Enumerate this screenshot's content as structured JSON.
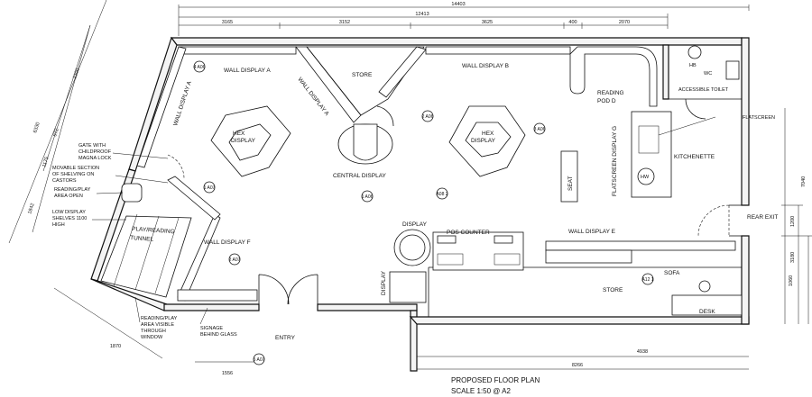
{
  "title": "PROPOSED FLOOR PLAN",
  "scale": "SCALE 1:50 @ A2",
  "dimensions": {
    "top_overall": "14403",
    "top_inner": "12413",
    "top_segments": [
      "3165",
      "3152",
      "3625",
      "400",
      "2070"
    ],
    "left_outer": "6330",
    "left_a": "3300",
    "left_b": "972",
    "left_c": "1175",
    "left_d": "1842",
    "right_a": "7040",
    "right_b": "1200",
    "right_c": "3180",
    "right_d": "1060",
    "bottom_a": "1870",
    "bottom_b": "1556",
    "bottom_c": "4938",
    "bottom_d": "8266"
  },
  "rooms": {
    "wall_display_a": "WALL DISPLAY A",
    "wall_display_a_left": "WALL DISPLAY A",
    "wall_display_a_diag": "WALL DISPLAY A",
    "wall_display_b": "WALL DISPLAY B",
    "wall_display_e": "WALL DISPLAY E",
    "wall_display_f": "WALL DISPLAY F",
    "store_top": "STORE",
    "store_bottom": "STORE",
    "hex_display_left_1": "HEX",
    "hex_display_left_2": "DISPLAY",
    "hex_display_right_1": "HEX",
    "hex_display_right_2": "DISPLAY",
    "central_display": "CENTRAL DISPLAY",
    "reading_pod_1": "READING",
    "reading_pod_2": "POD D",
    "flatscreen_display": "FLATSCREEN DISPLAY G",
    "seat": "SEAT",
    "kitchenette": "KITCHENETTE",
    "accessible_toilet": "ACCESSIBLE TOILET",
    "hb": "HB",
    "wc": "WC",
    "hw": "HW",
    "rear_exit": "REAR EXIT",
    "display_top": "DISPLAY",
    "display_side": "DISPLAY",
    "pos_counter": "POS COUNTER",
    "sofa": "SOFA",
    "desk": "DESK",
    "entry": "ENTRY",
    "play_tunnel_1": "PLAY/READING",
    "play_tunnel_2": "TUNNEL"
  },
  "callouts": {
    "flatscreen": "FLATSCREEN",
    "gate_1": "GATE WITH",
    "gate_2": "CHILDPROOF",
    "gate_3": "MAGNA LOCK",
    "movable_1": "MOVABLE SECTION",
    "movable_2": "OF SHELVING ON",
    "movable_3": "CASTORS",
    "reading_open_1": "READING/PLAY",
    "reading_open_2": "AREA OPEN",
    "low_1": "LOW DISPLAY",
    "low_2": "SHELVES 1100",
    "low_3": "HIGH",
    "visible_1": "READING/PLAY",
    "visible_2": "AREA VISIBLE",
    "visible_3": "THROUGH",
    "visible_4": "WINDOW",
    "signage_1": "SIGNAGE",
    "signage_2": "BEHIND GLASS"
  },
  "section_tags": {
    "t1": "2 A06",
    "t2": "1 A06",
    "t3": "3 A06",
    "t4": "4 A06",
    "t5": "1 A07",
    "t6": "2 A07",
    "t7": "A08 2",
    "t8": "5 A07",
    "t9": "A12 1"
  }
}
